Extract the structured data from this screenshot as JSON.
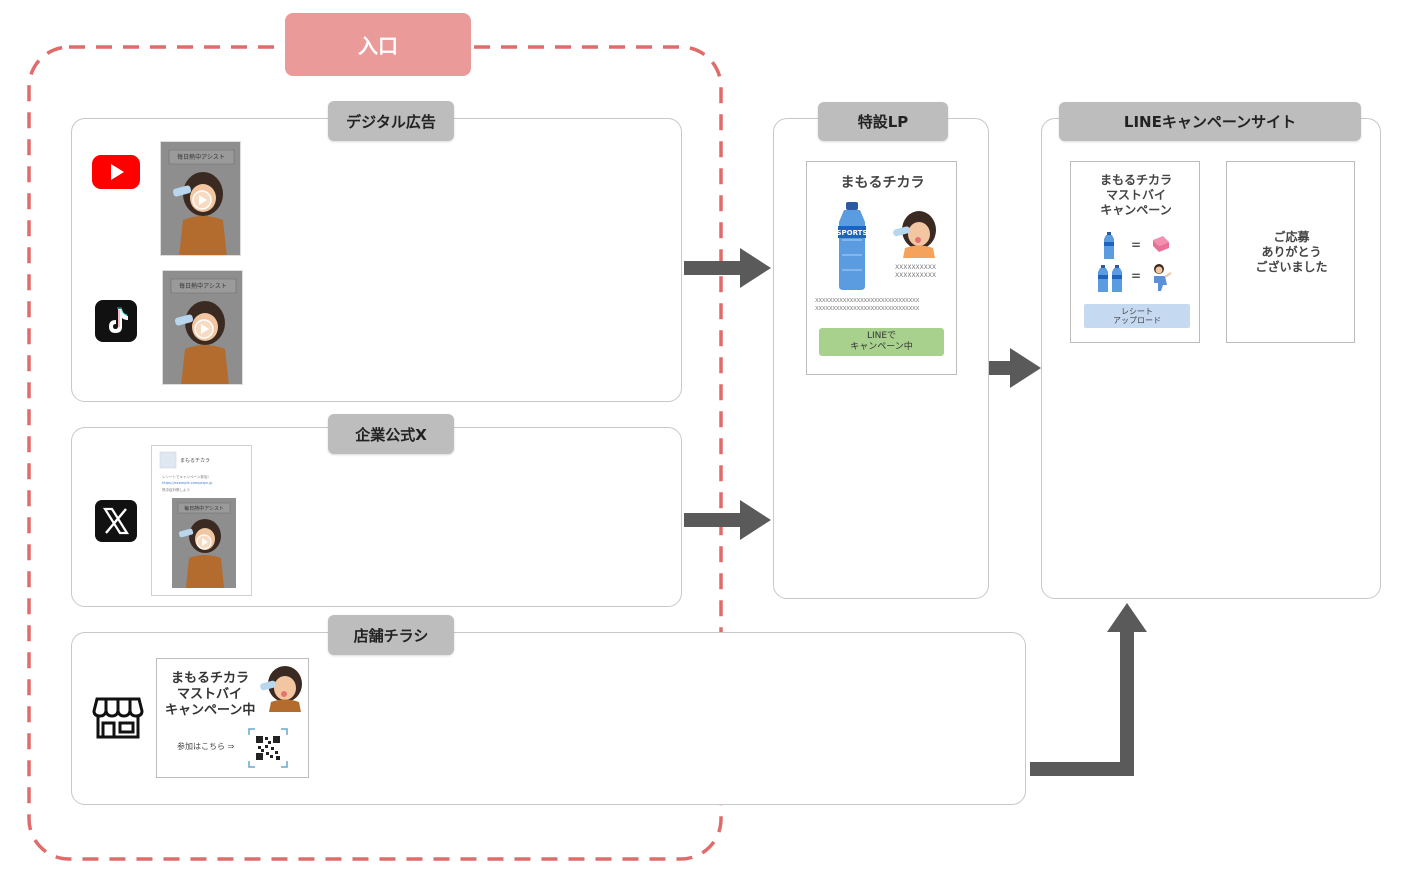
{
  "entry": {
    "label": "入口"
  },
  "digital_ads": {
    "title": "デジタル広告"
  },
  "video_ad": {
    "caption": "毎日熱中アシスト"
  },
  "x_section": {
    "title": "企業公式X",
    "post_text": "まもるチカラ",
    "post_body1": "レシートでキャンペーン参加!",
    "post_body2": "https://example.campaign.jp",
    "post_body3": "熱中症対策しよう"
  },
  "store_flyer": {
    "title": "店舗チラシ",
    "flyer_line1": "まもるチカラ",
    "flyer_line2": "マストバイ",
    "flyer_line3": "キャンペーン中",
    "flyer_cta": "参加はこちら ⇒"
  },
  "lp": {
    "title": "特設LP",
    "heading": "まもるチカラ",
    "bottle_label": "SPORTS",
    "placeholder_short1": "XXXXXXXXXX",
    "placeholder_short2": "XXXXXXXXXX",
    "placeholder_long1": "XXXXXXXXXXXXXXXXXXXXXXXXXXXXXX",
    "placeholder_long2": "XXXXXXXXXXXXXXXXXXXXXXXXXXXXXX",
    "button_line1": "LINEで",
    "button_line2": "キャンペーン中"
  },
  "line_site": {
    "title": "LINEキャンペーンサイト",
    "heading1": "まもるチカラ",
    "heading2": "マストバイ",
    "heading3": "キャンペーン",
    "equals": "=",
    "upload_line1": "レシート",
    "upload_line2": "アップロード",
    "thanks1": "ご応募",
    "thanks2": "ありがとう",
    "thanks3": "ございました"
  },
  "colors": {
    "entry_dash": "#e06b6b",
    "tag_gray": "#bdbdbd",
    "arrow": "#5a5a5a",
    "line_button": "#a9d18e",
    "upload_button": "#c5d9f1"
  }
}
